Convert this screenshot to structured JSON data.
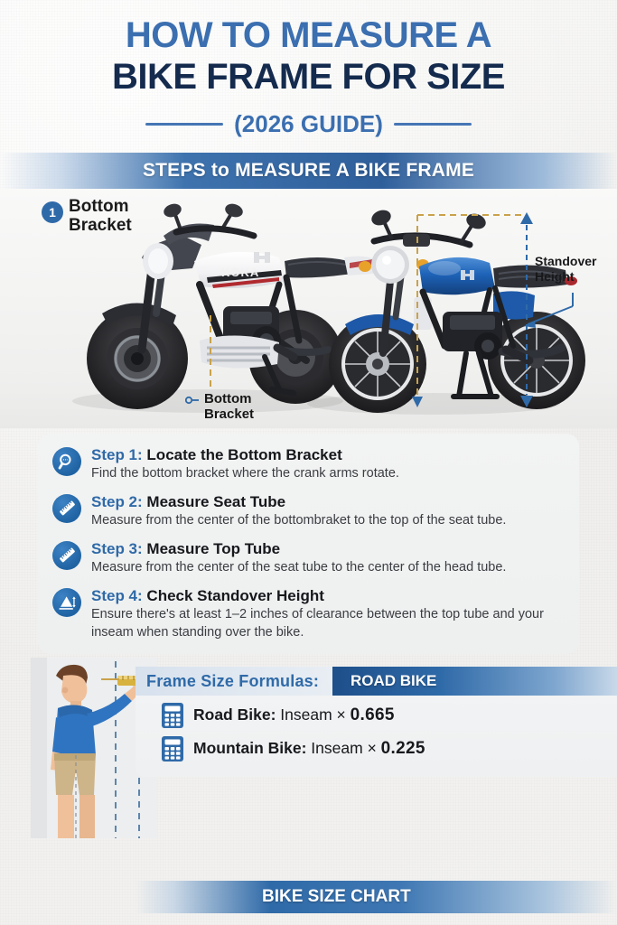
{
  "title": {
    "line1": "HOW TO MEASURE A",
    "line2": "BIKE FRAME FOR SIZE",
    "line3": "(2026 GUIDE)"
  },
  "steps_banner": {
    "text": "STEPS to MEASURE A BIKE FRAME"
  },
  "hero": {
    "badge_number": "1",
    "badge_label": "Bottom Bracket",
    "callout_label": "Bottom Bracket",
    "standover_label": "Standover Height"
  },
  "steps": [
    {
      "icon": "magnifier-icon",
      "label": "Step 1:",
      "title": "Locate the Bottom Bracket",
      "desc": "Find the bottom bracket where the crank arms rotate."
    },
    {
      "icon": "ruler-icon",
      "label": "Step 2:",
      "title": "Measure Seat Tube",
      "desc": "Measure from the center of the bottombraket to the top of the seat tube."
    },
    {
      "icon": "ruler-icon",
      "label": "Step 3:",
      "title": "Measure Top Tube",
      "desc": "Measure from the center of the seat tube to the center of the head tube."
    },
    {
      "icon": "standover-icon",
      "label": "Step 4:",
      "title": "Check Standover Height",
      "desc": "Ensure there's at least 1–2 inches of clearance between the top tube and your inseam when standing over the bike."
    }
  ],
  "formulas": {
    "header": "Frame Size Formulas:",
    "tab": "ROAD BIKE",
    "rows": [
      {
        "icon": "calculator-icon",
        "name": "Road Bike:",
        "operand": "Inseam",
        "times": "×",
        "value": "0.665"
      },
      {
        "icon": "calculator-icon",
        "name": "Mountain Bike:",
        "operand": "Inseam",
        "times": "×",
        "value": "0.225"
      }
    ]
  },
  "chart": {
    "banner": "BIKE SIZE CHART"
  },
  "colors": {
    "accent_blue": "#3b6fb0",
    "dark_navy": "#142b4e",
    "icon_blue": "#2f6aa8",
    "page_bg": "#f3f2f0"
  }
}
